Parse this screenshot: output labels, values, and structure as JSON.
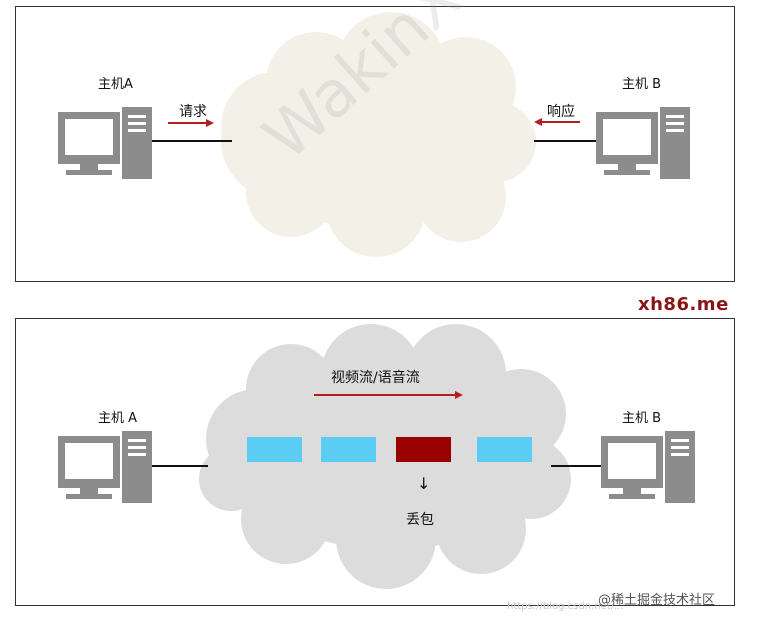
{
  "top_panel": {
    "host_a_label": "主机A",
    "host_b_label": "主机 B",
    "request_label": "请求",
    "response_label": "响应"
  },
  "bottom_panel": {
    "host_a_label": "主机 A",
    "host_b_label": "主机 B",
    "stream_label": "视频流/语音流",
    "loss_arrow": "↓",
    "loss_label": "丢包",
    "packet_colors": [
      "#5bcdf5",
      "#5bcdf5",
      "#990000",
      "#5bcdf5"
    ]
  },
  "brand_text": "xh86.me",
  "credit_text": "@稀土掘金技术社区",
  "credit_url": "https://blog.csdn.net/...",
  "watermark_text": "WakinXie",
  "colors": {
    "arrow_red": "#b41e1e",
    "computer_gray": "#8c8c8c",
    "cloud_top": "#f3f0e8",
    "cloud_bottom": "#dcdcdc"
  }
}
